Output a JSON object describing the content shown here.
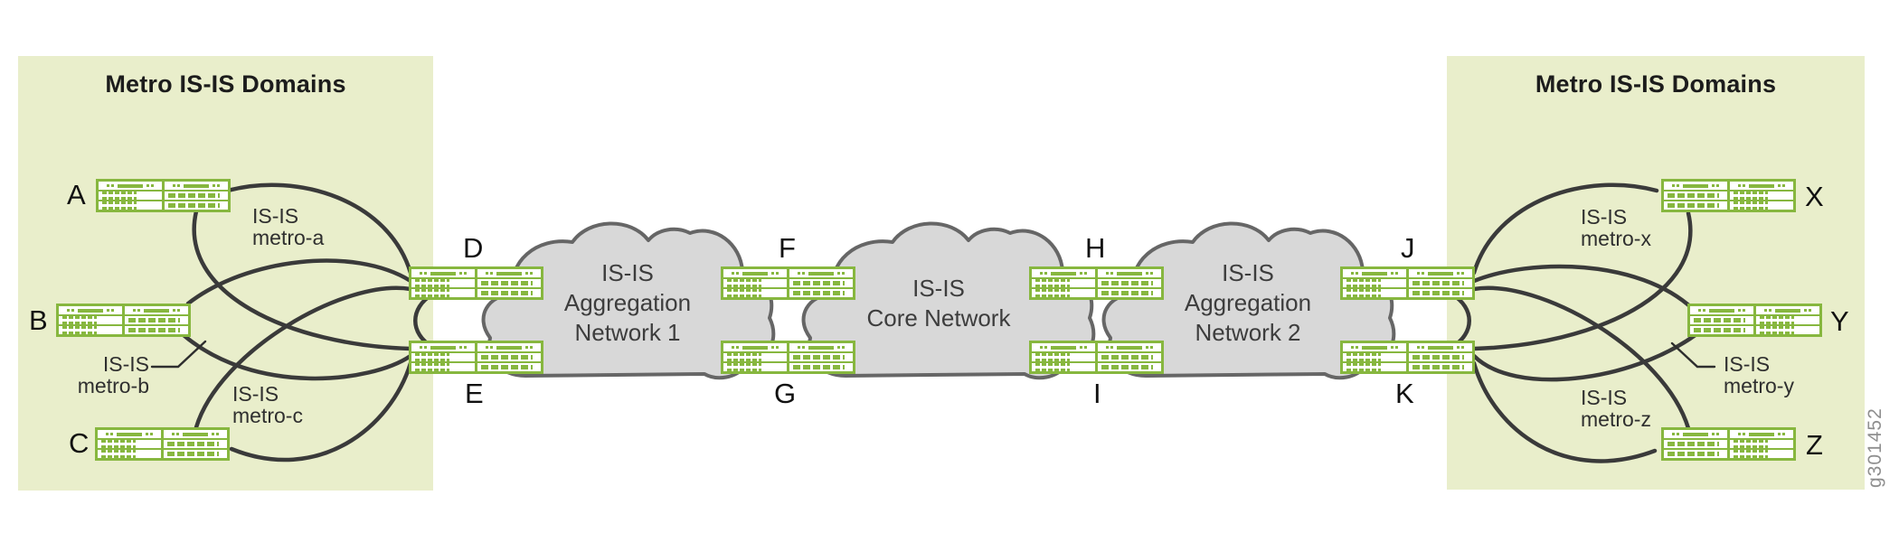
{
  "regions": {
    "left": {
      "title": "Metro IS-IS Domains"
    },
    "right": {
      "title": "Metro IS-IS Domains"
    }
  },
  "clouds": [
    {
      "id": "aggregation-network-1",
      "lines": [
        "IS-IS",
        "Aggregation",
        "Network 1"
      ]
    },
    {
      "id": "core-network",
      "lines": [
        "IS-IS",
        "Core Network"
      ]
    },
    {
      "id": "aggregation-network-2",
      "lines": [
        "IS-IS",
        "Aggregation",
        "Network 2"
      ]
    }
  ],
  "nodes": {
    "a": "A",
    "b": "B",
    "c": "C",
    "d": "D",
    "e": "E",
    "f": "F",
    "g": "G",
    "h": "H",
    "i": "I",
    "j": "J",
    "k": "K",
    "x": "X",
    "y": "Y",
    "z": "Z"
  },
  "domain_labels": {
    "metro_a": {
      "line1": "IS-IS",
      "line2": "metro-a"
    },
    "metro_b": {
      "line1": "IS-IS",
      "line2": "metro-b"
    },
    "metro_c": {
      "line1": "IS-IS",
      "line2": "metro-c"
    },
    "metro_x": {
      "line1": "IS-IS",
      "line2": "metro-x"
    },
    "metro_y": {
      "line1": "IS-IS",
      "line2": "metro-y"
    },
    "metro_z": {
      "line1": "IS-IS",
      "line2": "metro-z"
    }
  },
  "watermark": {
    "text": "g301452"
  },
  "colors": {
    "device_green": "#87b73f",
    "region_fill": "#e9eecb",
    "cloud_fill": "#d8d8d8",
    "cloud_stroke": "#666666",
    "link": "#3a3a3a",
    "watermark": "#8f8f8f"
  }
}
